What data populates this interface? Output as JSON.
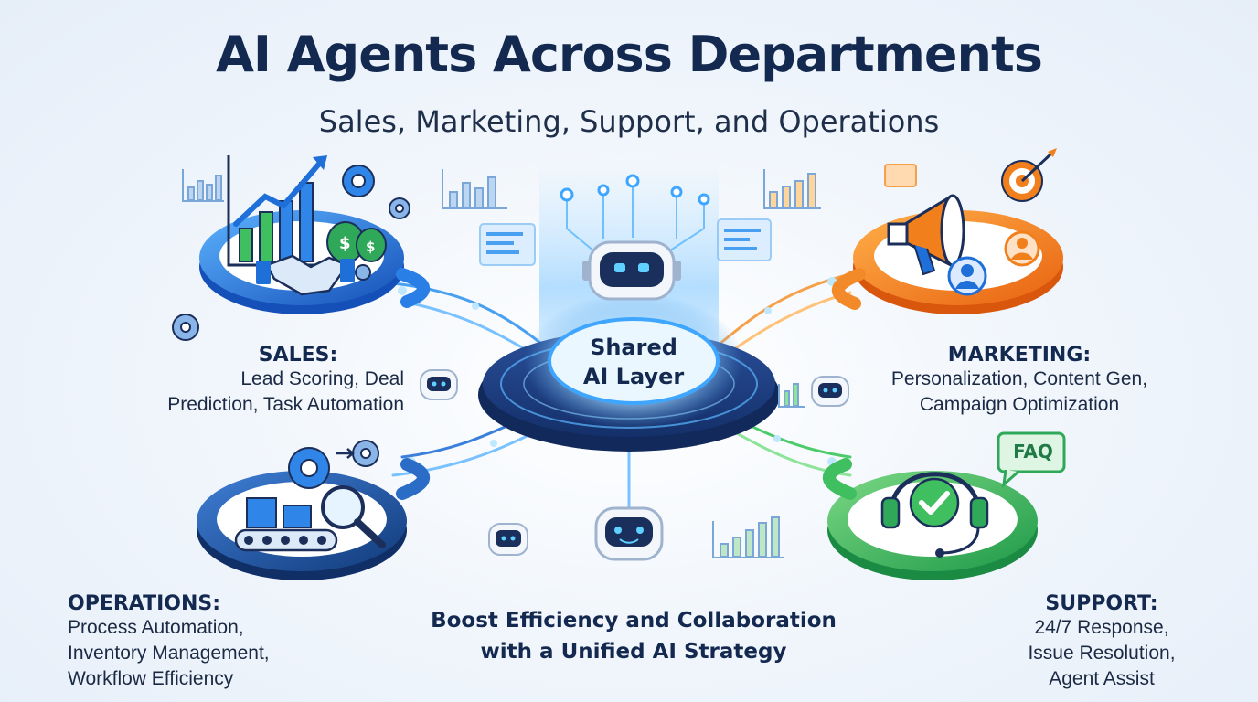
{
  "header": {
    "title": "AI Agents Across Departments",
    "subtitle": "Sales, Marketing, Support, and Operations"
  },
  "hub": {
    "line1": "Shared",
    "line2": "AI Layer"
  },
  "departments": {
    "sales": {
      "heading": "SALES:",
      "lines": [
        "Lead Scoring, Deal",
        "Prediction, Task Automation"
      ],
      "color": "#1e6fd9"
    },
    "marketing": {
      "heading": "MARKETING:",
      "lines": [
        "Personalization, Content Gen,",
        "Campaign Optimization"
      ],
      "color": "#f07f1c"
    },
    "operations": {
      "heading": "OPERATIONS:",
      "lines": [
        "Process Automation,",
        "Inventory Management,",
        "Workflow Efficiency"
      ],
      "color": "#1b4f9c"
    },
    "support": {
      "heading": "SUPPORT:",
      "lines": [
        "24/7 Response,",
        "Issue Resolution,",
        "Agent Assist"
      ],
      "color": "#33b05a"
    }
  },
  "faq_badge": "FAQ",
  "tagline": {
    "line1": "Boost Efficiency and Collaboration",
    "line2": "with a Unified AI Strategy"
  },
  "icons": [
    "growth-chart-icon",
    "money-bag-icon",
    "handshake-icon",
    "gear-icon",
    "megaphone-icon",
    "target-icon",
    "user-icon",
    "headset-icon",
    "check-chat-icon",
    "conveyor-icon",
    "magnifier-icon",
    "robot-icon"
  ]
}
